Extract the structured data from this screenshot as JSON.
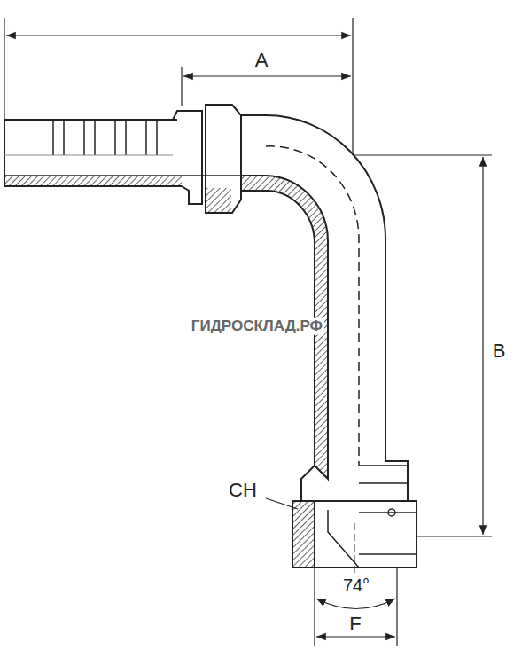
{
  "diagram": {
    "labels": [
      "A",
      "B",
      "CH",
      "74°",
      "F",
      "ГИДРОСКЛАД.РФ"
    ]
  }
}
